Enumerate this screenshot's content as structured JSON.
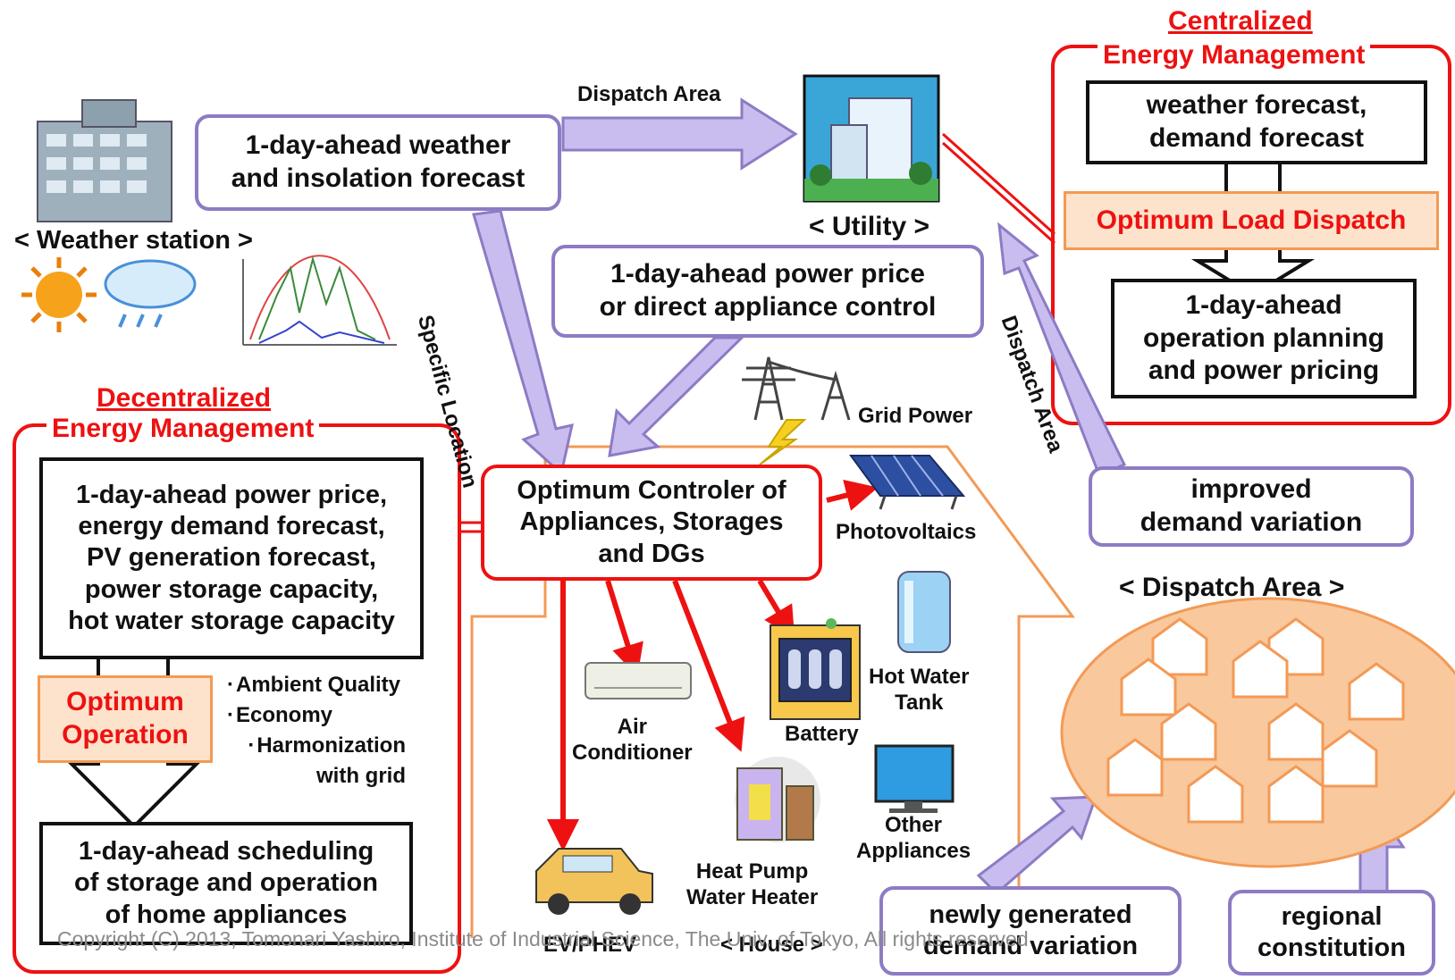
{
  "title_partial": "Decentralized and Centralized Energy Management",
  "centralized": {
    "label_line1": "Centralized",
    "label_line2": "Energy Management",
    "forecast_box": "weather forecast,\ndemand forecast",
    "dispatch_box": "Optimum Load Dispatch",
    "planning_box": "1-day-ahead\noperation planning\nand power pricing"
  },
  "weather": {
    "forecast_box": "1-day-ahead weather\nand insolation forecast",
    "station_label": "< Weather station >"
  },
  "utility": {
    "label": "< Utility >"
  },
  "arrows": {
    "dispatch_area_top": "Dispatch Area",
    "specific_location": "Specific Location",
    "dispatch_area_right": "Dispatch Area"
  },
  "price_box": "1-day-ahead power price\nor direct appliance control",
  "decentralized": {
    "label_line1": "Decentralized",
    "label_line2": "Energy Management",
    "inputs_box": "1-day-ahead power price,\nenergy demand forecast,\nPV generation forecast,\npower storage capacity,\nhot water storage capacity",
    "operation_box": "Optimum\nOperation",
    "bullets": [
      "Ambient Quality",
      "Economy",
      "Harmonization\nwith grid"
    ],
    "schedule_box": "1-day-ahead scheduling\nof storage and operation\nof home appliances"
  },
  "controller_box": "Optimum Controler of\nAppliances, Storages\nand DGs",
  "house": {
    "grid_power": "Grid Power",
    "photovoltaics": "Photovoltaics",
    "air_conditioner": "Air\nConditioner",
    "battery": "Battery",
    "hot_water_tank": "Hot Water\nTank",
    "heat_pump": "Heat Pump\nWater Heater",
    "other_appliances": "Other\nAppliances",
    "ev": "EV/PHEV",
    "house_label": "< House >"
  },
  "improved_box": "improved\ndemand variation",
  "dispatch_area_label": "< Dispatch Area >",
  "newly_box": "newly generated\ndemand variation",
  "regional_box": "regional\nconstitution",
  "copyright": "Copyright (C) 2013, Tomonari Yashiro, Institute of Industrial Science, The Univ. of Tokyo, All rights reserved",
  "colors": {
    "purple": "#8d7bc4",
    "purple_fill": "#c9bdf0",
    "red": "#ee1111",
    "orange": "#f39a55",
    "peach": "#fde3cc"
  }
}
